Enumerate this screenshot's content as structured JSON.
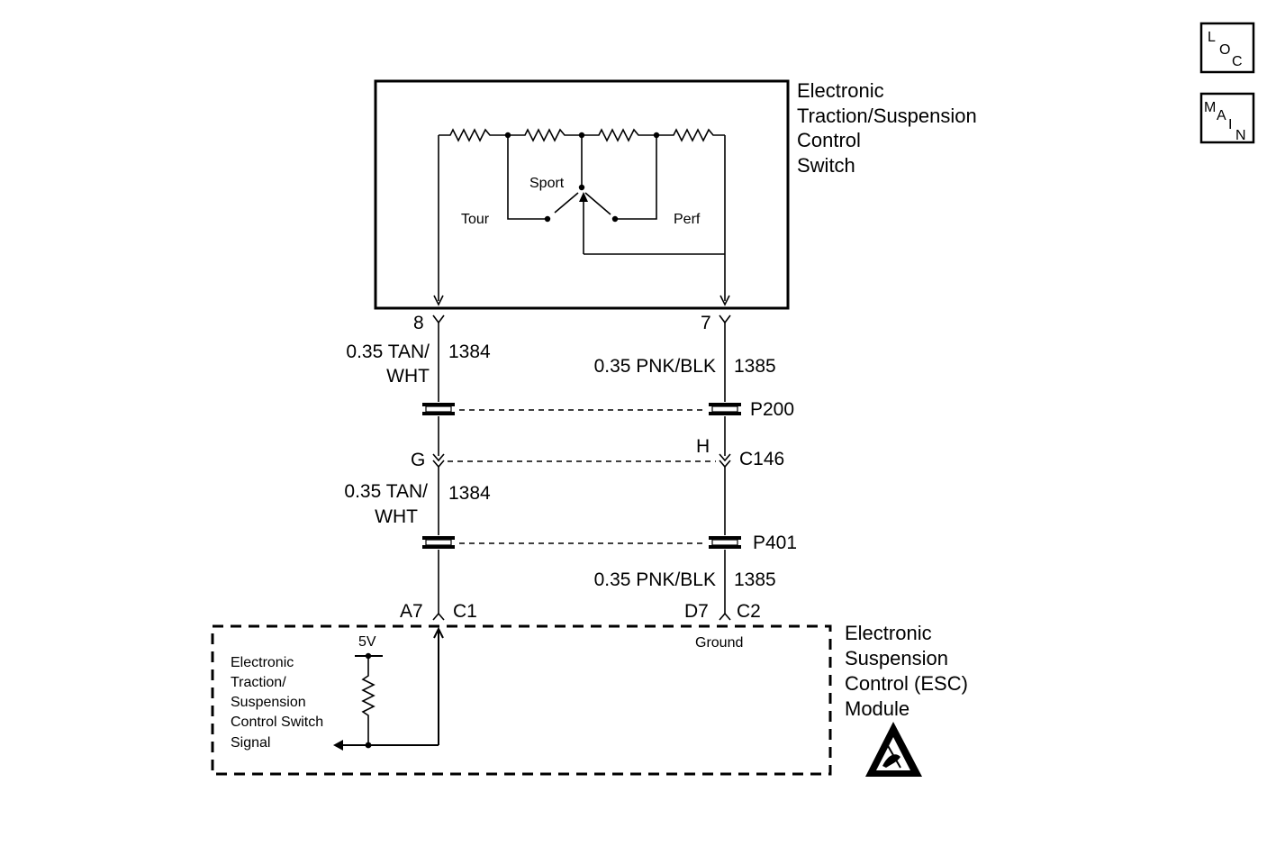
{
  "nav": {
    "loc": {
      "letters": [
        "L",
        "O",
        "C"
      ],
      "icon": "loc-button"
    },
    "main": {
      "letters": [
        "M",
        "A",
        "I",
        "N"
      ],
      "icon": "main-button"
    }
  },
  "switch_component": {
    "title_lines": [
      "Electronic",
      "Traction/Suspension",
      "Control",
      "Switch"
    ],
    "positions": {
      "sport": "Sport",
      "tour": "Tour",
      "perf": "Perf"
    }
  },
  "module_component": {
    "title_lines": [
      "Electronic",
      "Suspension",
      "Control (ESC)",
      "Module"
    ],
    "internal_supply": "5V",
    "internal_signal_lines": [
      "Electronic",
      "Traction/",
      "Suspension",
      "Control Switch",
      "Signal"
    ],
    "ground_label": "Ground",
    "esd_icon": "esd-sensitive-icon"
  },
  "left_circuit": {
    "switch_pin": "8",
    "upper_wire": {
      "gauge_color_lines": [
        "0.35 TAN/",
        "WHT"
      ],
      "circuit": "1384"
    },
    "mid_pin": "G",
    "lower_wire": {
      "gauge_color_lines": [
        "0.35 TAN/",
        "WHT"
      ],
      "circuit": "1384"
    },
    "module_pin": "A7",
    "module_connector": "C1"
  },
  "right_circuit": {
    "switch_pin": "7",
    "upper_wire": {
      "gauge_color": "0.35 PNK/BLK",
      "circuit": "1385"
    },
    "mid_pin": "H",
    "lower_wire": {
      "gauge_color": "0.35 PNK/BLK",
      "circuit": "1385"
    },
    "module_pin": "D7",
    "module_connector": "C2"
  },
  "connectors": {
    "upper_splice": "P200",
    "inline": "C146",
    "lower_splice": "P401"
  }
}
